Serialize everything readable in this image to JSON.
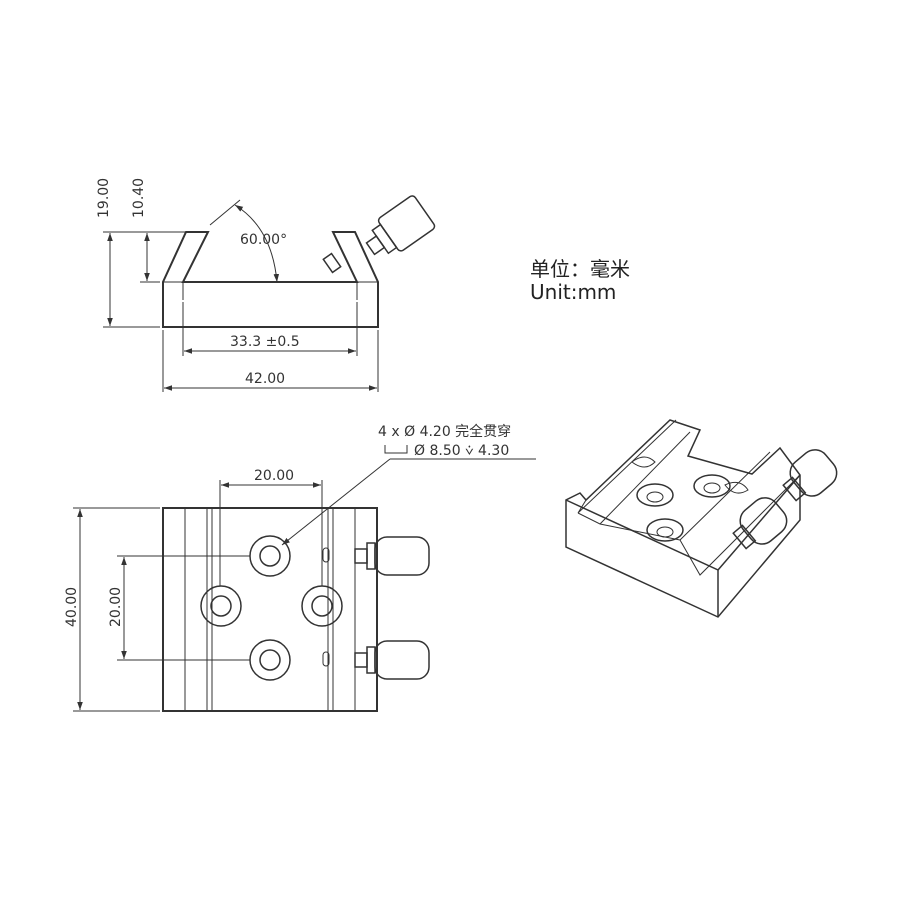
{
  "dimensions": {
    "height_total": "19.00",
    "height_groove": "10.40",
    "angle": "60.00°",
    "inner_width": "33.3 ±0.5",
    "outer_width": "42.00",
    "hole_pitch_x": "20.00",
    "hole_pitch_y": "20.00",
    "depth": "40.00"
  },
  "hole_callout": {
    "line1": "4 x Ø 4.20 完全贯穿",
    "line2": "Ø 8.50 ⩒ 4.30"
  },
  "units": {
    "line1": "单位：毫米",
    "line2": "Unit:mm"
  },
  "colors": {
    "line": "#333333",
    "background": "#ffffff"
  }
}
